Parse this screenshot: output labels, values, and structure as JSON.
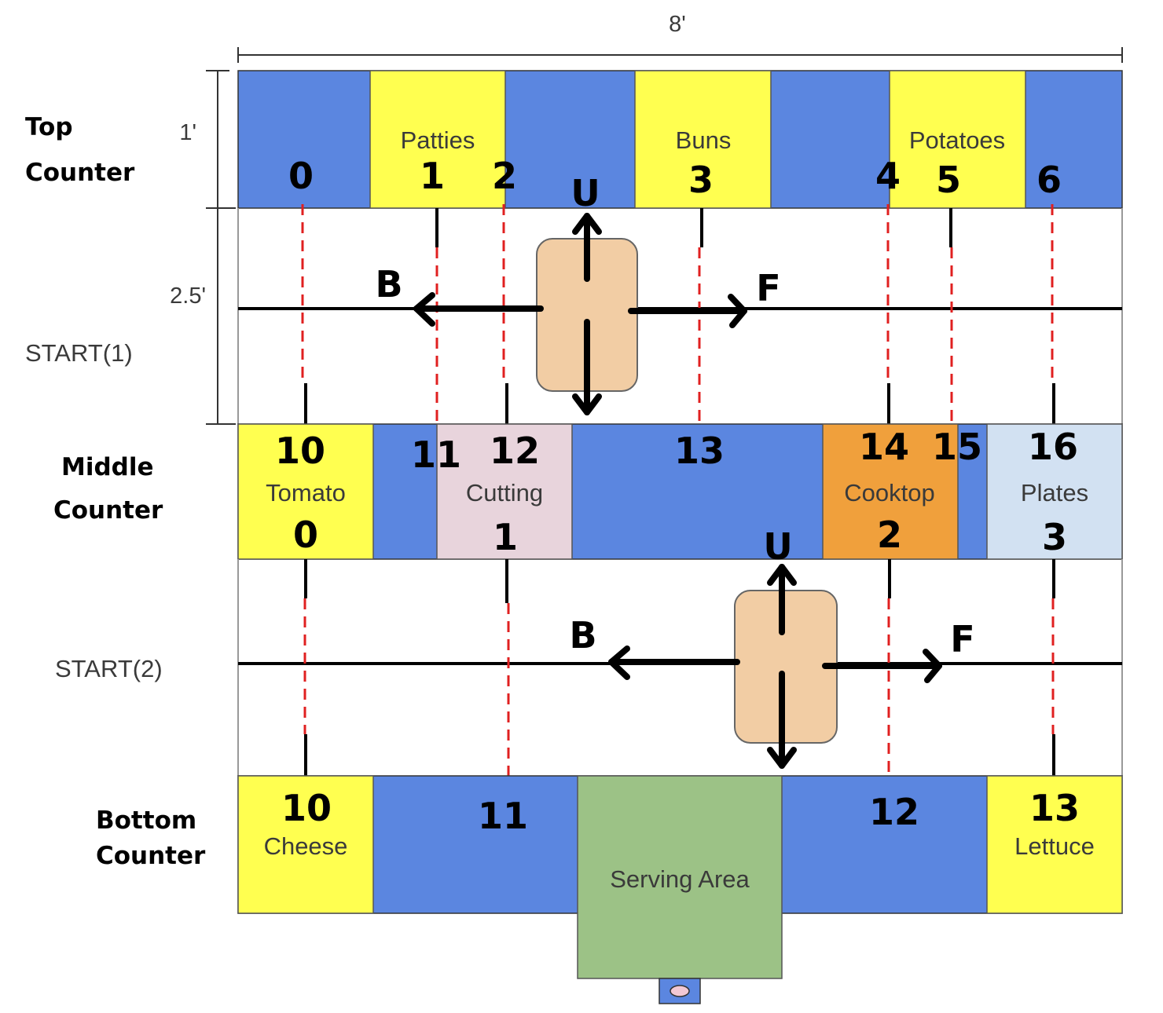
{
  "colors": {
    "counter_blue": "#5b86e0",
    "ingredient_yellow": "#ffff50",
    "cutting_pink": "#e8d4dc",
    "cooktop_orange": "#f0a03c",
    "plates_lightblue": "#d2e1f2",
    "serving_green": "#9cc286",
    "robot_tan": "#f2cda4",
    "guide_red": "#e02020"
  },
  "dimensions": {
    "width": "8'",
    "top_counter_depth": "1'",
    "aisle_depth": "2.5'"
  },
  "row_labels": {
    "top": [
      "Top",
      "Counter"
    ],
    "middle": [
      "Middle",
      "Counter"
    ],
    "bottom": [
      "Bottom",
      "Counter"
    ]
  },
  "start_labels": {
    "start1": "START(1)",
    "start2": "START(2)"
  },
  "top_counter": {
    "stations": {
      "patties": "Patties",
      "buns": "Buns",
      "potatoes": "Potatoes"
    },
    "positions": [
      "0",
      "1",
      "2",
      "3",
      "4",
      "5",
      "6"
    ]
  },
  "middle_counter": {
    "stations": {
      "tomato": "Tomato",
      "cutting": "Cutting",
      "cooktop": "Cooktop",
      "plates": "Plates"
    },
    "positions": [
      "10",
      "11",
      "12",
      "13",
      "14",
      "15",
      "16"
    ],
    "station_indices": [
      "0",
      "1",
      "2",
      "3"
    ]
  },
  "bottom_counter": {
    "stations": {
      "cheese": "Cheese",
      "serving": "Serving Area",
      "lettuce": "Lettuce"
    },
    "positions": [
      "10",
      "11",
      "12",
      "13"
    ]
  },
  "robot1_directions": {
    "up": "U",
    "down": "D",
    "back": "B",
    "forward": "F"
  },
  "robot2_directions": {
    "up": "U",
    "down": "D",
    "back": "B",
    "forward": "F"
  }
}
